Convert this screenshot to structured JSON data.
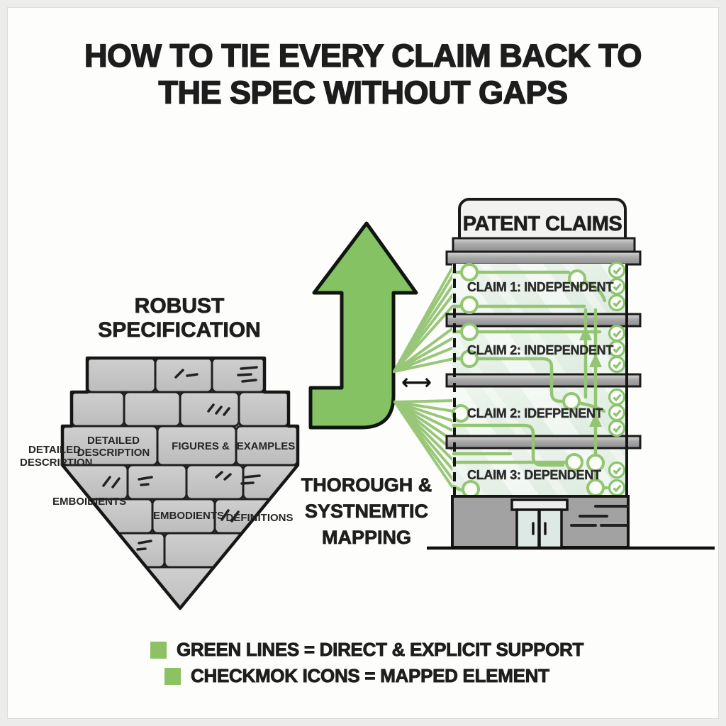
{
  "title": {
    "line1": "HOW TO TIE EVERY CLAIM BACK TO",
    "line2": "THE SPEC WITHOUT GAPS"
  },
  "specification": {
    "heading": {
      "line1": "ROBUST",
      "line2": "SPECIFICATION"
    },
    "brick_labels": {
      "detailed_description": "DETAILED DESCRIPTION",
      "figures": "FIGURES &",
      "examples": "EXAMPLES",
      "embodiments": "EMBODIENTS"
    },
    "side_labels": {
      "detailed_description": "DETAILED DESCRIPTION",
      "embodiments": "EMBOIDIENTS",
      "definitions": "DEFINITIONS"
    }
  },
  "mapping": {
    "line1": "THOROUGH &",
    "line2": "SYSTNEMTIC",
    "line3": "MAPPING",
    "bidirectional_symbol": "⟷"
  },
  "building": {
    "sign": "PATENT CLAIMS",
    "floors": [
      {
        "label": "CLAIM 1: INDEPENDENT"
      },
      {
        "label": "CLAIM 2: INDEPENDENT"
      },
      {
        "label": "CLAIM 2: IDEFPENENT"
      },
      {
        "label": "CLAIM 3: DEPENDENT"
      }
    ]
  },
  "legend": {
    "items": [
      {
        "text": "GREEN LINES = DIRECT & EXPLICIT SUPPORT"
      },
      {
        "text": "CHECKMOK ICONS = MAPPED ELEMENT"
      }
    ]
  },
  "colors": {
    "arrow_green": "#85c263",
    "line_green": "#93c573",
    "check_green": "#8ac46c",
    "brick_gray": "#c6c6c6",
    "cornice_gray": "#a8a8a8",
    "ink": "#1e1e1e"
  }
}
